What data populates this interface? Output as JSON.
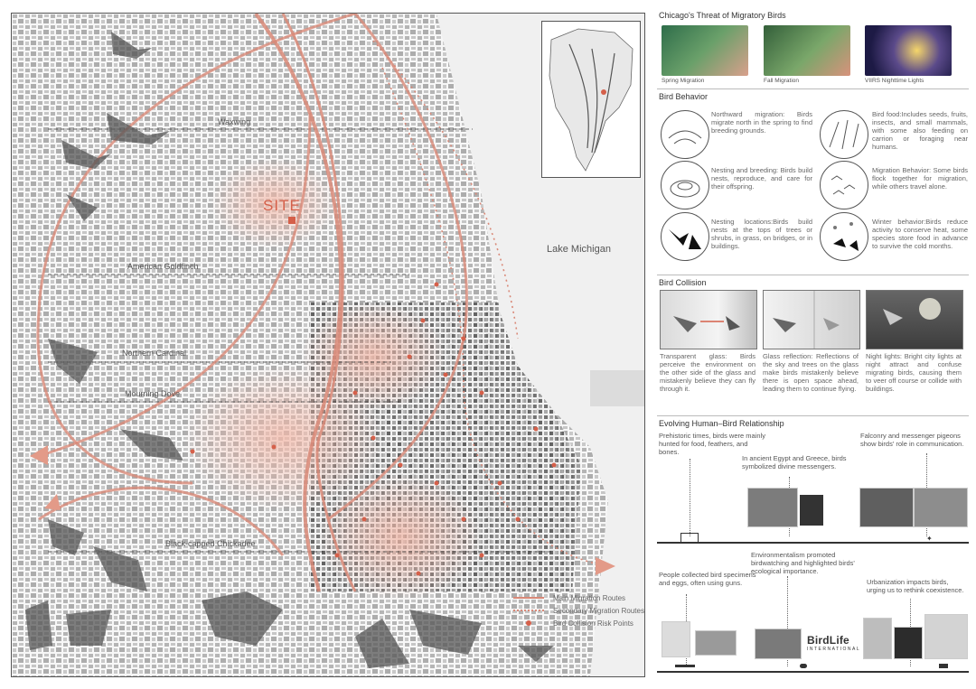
{
  "map": {
    "site_label": "SITE",
    "lake_label": "Lake Michigan",
    "bird_labels": [
      "Waxwing",
      "American Goldfinch",
      "Northern Cardinal",
      "Mourning Dove",
      "Black-capped Chickadee"
    ],
    "legend": {
      "main": "Main Migration Routes",
      "secondary": "Secondary Migration Routes",
      "risk": "Bird Collision Risk Points"
    },
    "colors": {
      "route": "#d98978",
      "risk": "#d5604a",
      "map_gray": "#9a9a9a"
    }
  },
  "threat": {
    "title": "Chicago's Threat of Migratory Birds",
    "maps": [
      {
        "caption": "Spring Migration"
      },
      {
        "caption": "Fall Migration"
      },
      {
        "caption": "VIIRS Nighttime Lights"
      }
    ]
  },
  "behavior": {
    "title": "Bird Behavior",
    "items": [
      {
        "text": "Northward migration: Birds migrate north in the spring to find breeding grounds."
      },
      {
        "text": "Bird food:Includes seeds, fruits, insects, and small mammals, with some also feeding on carrion or foraging near humans."
      },
      {
        "text": "Nesting and breeding: Birds build nests, reproduce, and care for their offspring."
      },
      {
        "text": "Migration Behavior: Some birds flock together for migration, while others travel alone."
      },
      {
        "text": "Nesting locations:Birds build nests at the tops of trees or shrubs, in grass, on bridges, or in buildings."
      },
      {
        "text": "Winter behavior:Birds reduce activity to conserve heat, some species store food in advance to survive the cold months."
      }
    ]
  },
  "collision": {
    "title": "Bird Collision",
    "items": [
      {
        "text": "Transparent glass: Birds perceive the environment on the other side of the glass and mistakenly believe they can fly through it."
      },
      {
        "text": "Glass reflection: Reflections of the sky and trees on the glass make birds mistakenly believe there is open space ahead, leading them to continue flying."
      },
      {
        "text": "Night lights: Bright city lights at night attract and confuse migrating birds, causing them to veer off course or collide with buildings."
      }
    ]
  },
  "relationship": {
    "title": "Evolving Human–Bird Relationship",
    "items": [
      {
        "text": "Prehistoric times, birds were mainly hunted for food, feathers, and bones."
      },
      {
        "text": "In ancient Egypt and Greece, birds symbolized divine messengers."
      },
      {
        "text": "Falconry and messenger pigeons show birds' role in communication."
      },
      {
        "text": "People collected bird specimens and eggs, often using guns."
      },
      {
        "text": "Environmentalism promoted birdwatching and highlighted birds' ecological importance."
      },
      {
        "text": "Urbanization impacts birds, urging us to rethink coexistence."
      }
    ],
    "logo_text": "BirdLife",
    "logo_sub": "INTERNATIONAL"
  }
}
